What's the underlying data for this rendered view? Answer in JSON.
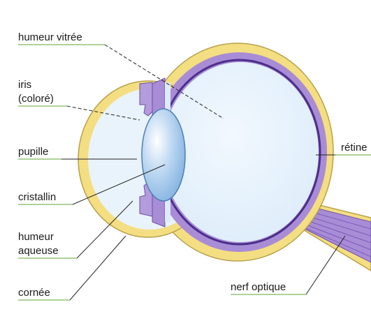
{
  "labels": {
    "humeur_vitree": "humeur vitrée",
    "iris": "iris",
    "colore": "(coloré)",
    "pupille": "pupille",
    "cristallin": "cristallin",
    "humeur": "humeur",
    "aqueuse": "aqueuse",
    "cornee": "cornée",
    "retine": "rétine",
    "nerf_optique": "nerf optique"
  },
  "colors": {
    "sclera": "#f4de82",
    "sclera_stroke": "#b8a04a",
    "choroid": "#a98cd6",
    "retina_line": "#4b2f8a",
    "vitreous": "#dcecfa",
    "aqueous": "#e9f3fc",
    "lens": "#bfd9f2",
    "iris": "#b39bdc",
    "underline": "#7fb85a",
    "leader": "#222222"
  }
}
